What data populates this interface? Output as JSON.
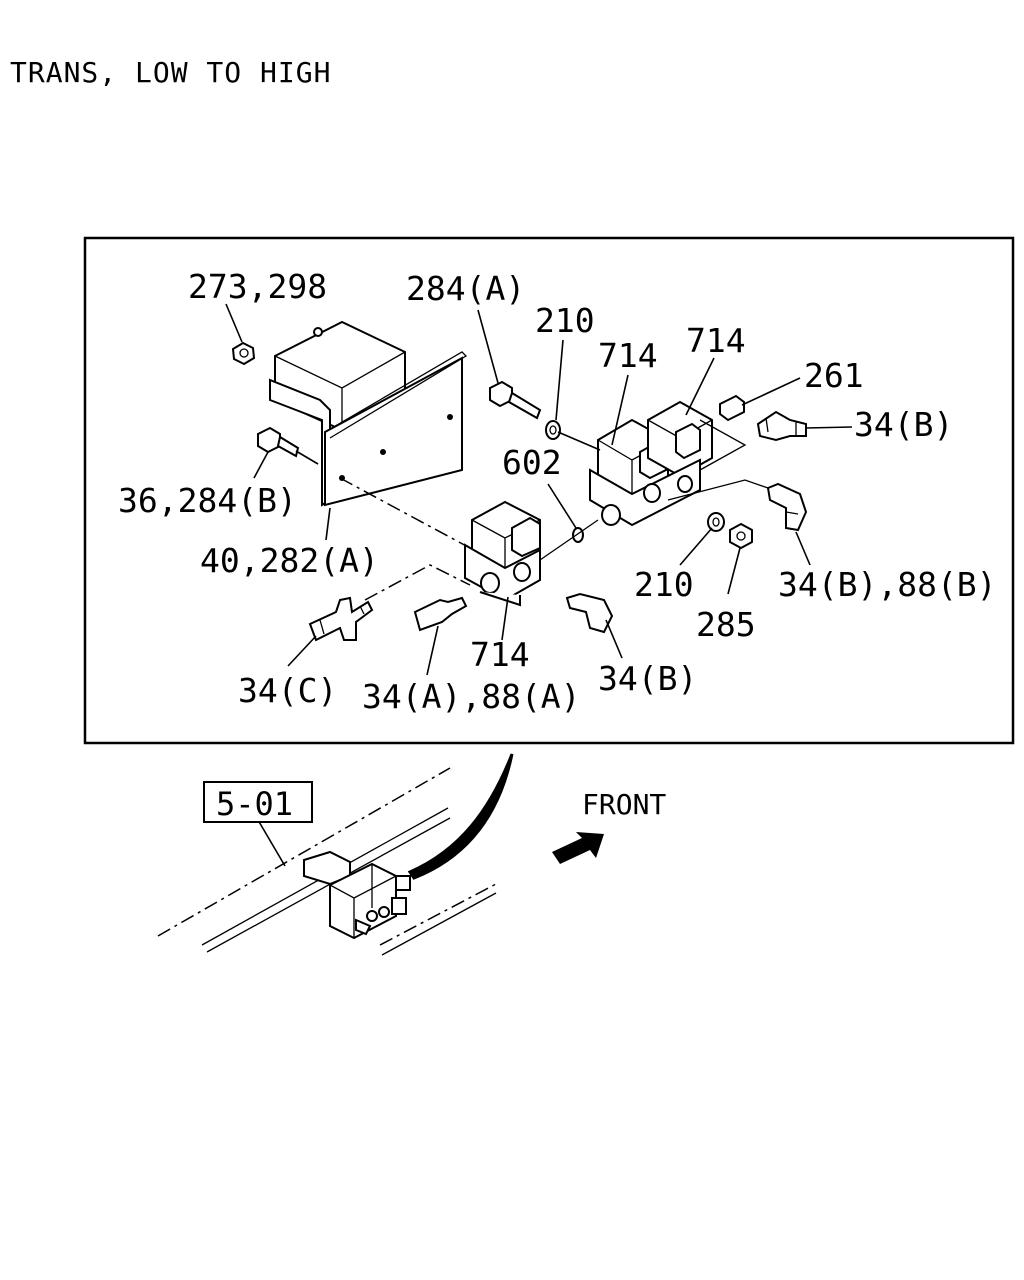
{
  "title": "TRANS, LOW TO HIGH",
  "callouts": {
    "c273": "273,298",
    "c284a": "284(A)",
    "c210a": "210",
    "c714a": "714",
    "c714b": "714",
    "c261": "261",
    "c34b1": "34(B)",
    "c602": "602",
    "c36": "36,284(B)",
    "c40": "40,282(A)",
    "c210b": "210",
    "c285": "285",
    "c34b88b": "34(B),88(B)",
    "c34c": "34(C)",
    "c34a88a": "34(A),88(A)",
    "c714c": "714",
    "c34b2": "34(B)"
  },
  "reference": "5-01",
  "front_label": "FRONT"
}
